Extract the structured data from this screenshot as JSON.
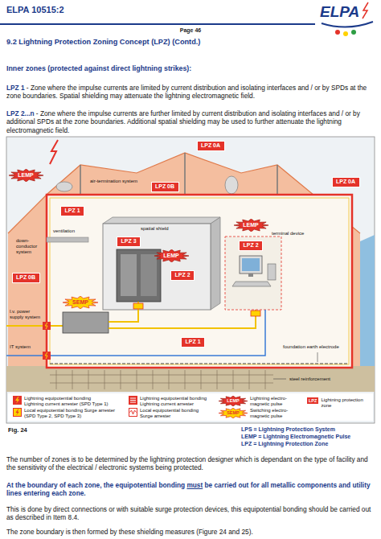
{
  "diagram": {
    "title": "9.2 Lightning Protection Zoning Concept (LPZ) (Contd.)",
    "nodes": [
      {
        "text": [
          "LPZ 0A"
        ]
      },
      {
        "text": [
          "LEMP"
        ]
      },
      {
        "text": [
          "LPZ 0B"
        ]
      },
      {
        "text": [
          "LPZ 0A"
        ]
      },
      {
        "text": [
          "LPZ 1"
        ]
      },
      {
        "text": [
          "LEMP"
        ]
      },
      {
        "text": [
          "LPZ 3"
        ]
      },
      {
        "text": [
          "LEMP"
        ]
      },
      {
        "text": [
          "LPZ 2"
        ]
      },
      {
        "text": [
          "LPZ 0B"
        ]
      },
      {
        "text": [
          "LPZ 2"
        ]
      },
      {
        "text": [
          "SEMP"
        ]
      },
      {
        "text": [
          "LPZ 1"
        ]
      }
    ],
    "labels": [
      "ELPA 10515:2",
      "Page 46",
      "ELPA",
      "Inner zones (protected against direct lightning strikes):",
      "LPZ 1",
      "- Zone where the impulse currents are limited by current distribution and isolating interfaces and / or by SPDs at the zone boundaries. Spatial shielding may attenuate the lightning electromagnetic field.",
      "LPZ 2...n",
      "- Zone where the impulse currents are further limited by current distribution and isolating interfaces and / or by additional SPDs at the zone boundaries. Additional spatial shielding may be used to further attenuate the lightning electromagnetic field.",
      "air-termination system",
      "spatial shield",
      "ventilation",
      "down-conductor system",
      "terminal device",
      "l.v. power supply system",
      "IT system",
      "foundation earth electrode",
      "steel reinforcement",
      "LEMP",
      "SEMP",
      "LPZ",
      "Fig. 24",
      "LPS = Lightning Protection System",
      "LEMP = Lightning Electromagnetic Pulse",
      "LPZ = Lightning Protection Zone",
      "The number of zones is to be determined by the lightning protection designer which is dependant on the type of facility and the sensitivity of the electrical / electronic systems being protected.",
      "At the boundary of each zone, the equipotential bonding",
      "must",
      "be carried out for all metallic components and utility lines entering each zone.",
      "This is done by direct connections or with suitable surge protection devices, this equipotential bonding should be carried out as described in Item 8.4.",
      "The zone boundary is then formed by these shielding measures (Figure 24 and 25)."
    ],
    "legend": [
      {
        "text": "Lightning equipotential bonding Lightning current arrester (SPD Type 1)"
      },
      {
        "text": "Local equipotential bonding Surge arrester (SPD Type 2, SPD Type 3)"
      },
      {
        "text": "Lightning equipotential bonding Lightning current arrester"
      },
      {
        "text": "Local equipotential bonding Surge arrester"
      },
      {
        "text": "Lightning electro-magnetic pulse"
      },
      {
        "text": "Switching electro-magnetic pulse"
      },
      {
        "text": "Lightning protection zone"
      }
    ]
  }
}
